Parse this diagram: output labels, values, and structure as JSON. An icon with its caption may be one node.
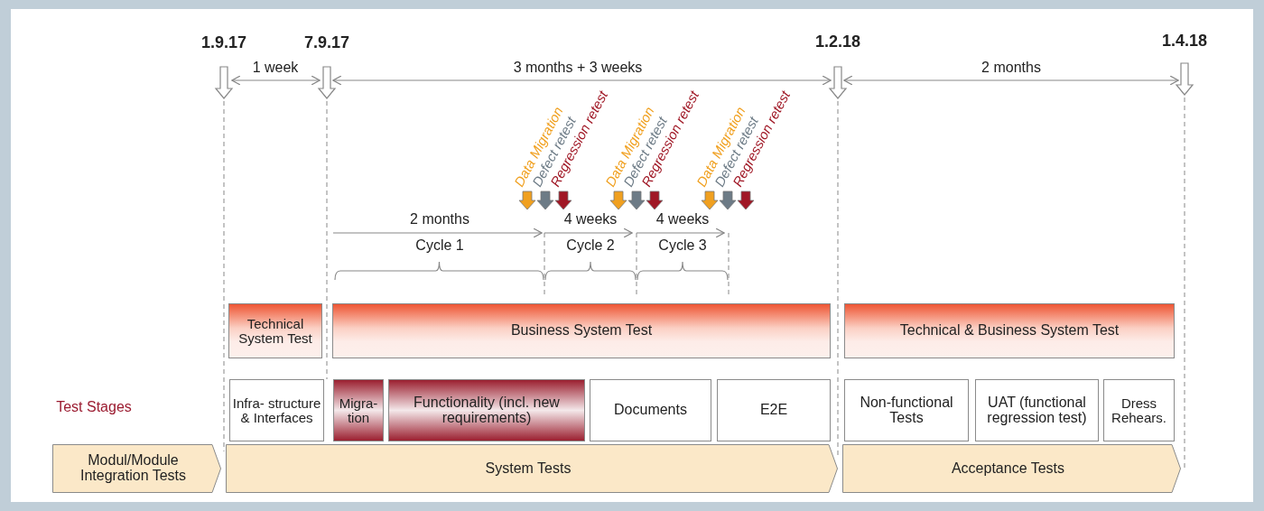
{
  "diagram": {
    "nodes": [
      {
        "text": [
          "Technical System Test"
        ]
      },
      {
        "text": [
          "Business System Test"
        ]
      },
      {
        "text": [
          "Technical & Business System Test"
        ]
      },
      {
        "text": [
          "Infra- structure & Interfaces"
        ]
      },
      {
        "text": [
          "Migra- tion"
        ]
      },
      {
        "text": [
          "Functionality (incl. new requirements)"
        ]
      },
      {
        "text": [
          "Documents"
        ]
      },
      {
        "text": [
          "E2E"
        ]
      },
      {
        "text": [
          "Non-functional Tests"
        ]
      },
      {
        "text": [
          "UAT (functional regression test)"
        ]
      },
      {
        "text": [
          "Dress Rehears."
        ]
      },
      {
        "text": [
          "Modul/Module Integration Tests"
        ]
      },
      {
        "text": [
          "System Tests"
        ]
      },
      {
        "text": [
          "Acceptance Tests"
        ]
      }
    ],
    "labels": [
      "1.9.17",
      "7.9.17",
      "1.2.18",
      "1.4.18",
      "1 week",
      "3 months + 3 weeks",
      "2 months",
      "Data Migration",
      "Defect retest",
      "Regression retest",
      "Data Migration",
      "Defect retest",
      "Regression retest",
      "Data Migration",
      "Defect retest",
      "Regression retest",
      "2 months",
      "4 weeks",
      "4 weeks",
      "Cycle 1",
      "Cycle 2",
      "Cycle 3",
      "Test Stages"
    ]
  }
}
